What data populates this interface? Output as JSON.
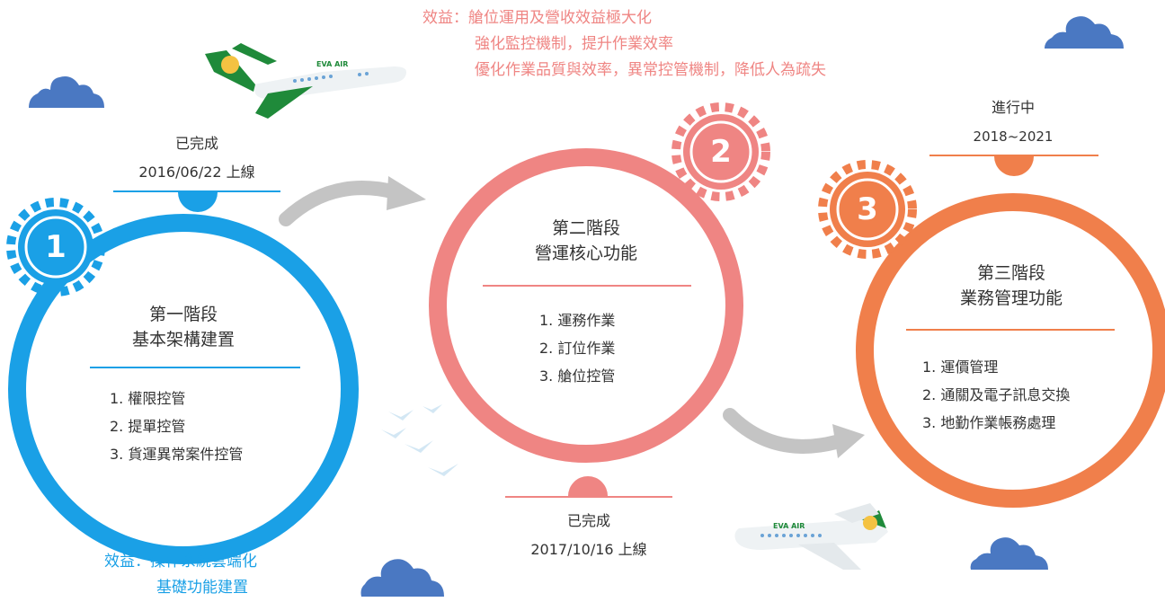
{
  "benefits": {
    "top": {
      "label": "效益：",
      "lines": [
        "艙位運用及營收效益極大化",
        "強化監控機制，提升作業效率",
        "優化作業品質與效率，異常控管機制，降低人為疏失"
      ]
    },
    "bottom": {
      "label": "效益：",
      "lines": [
        "操作系統雲端化",
        "基礎功能建置"
      ]
    }
  },
  "phases": [
    {
      "number": "1",
      "status": "已完成",
      "date": "2016/06/22 上線",
      "title_line1": "第一階段",
      "title_line2": "基本架構建置",
      "items": [
        "1. 權限控管",
        "2. 提單控管",
        "3. 貨運異常案件控管"
      ]
    },
    {
      "number": "2",
      "status": "已完成",
      "date": "2017/10/16 上線",
      "title_line1": "第二階段",
      "title_line2": "營運核心功能",
      "items": [
        "1. 運務作業",
        "2. 訂位作業",
        "3. 艙位控管"
      ]
    },
    {
      "number": "3",
      "status": "進行中",
      "date": "2018~2021",
      "title_line1": "第三階段",
      "title_line2": "業務管理功能",
      "items": [
        "1. 運價管理",
        "2. 通關及電子訊息交換",
        "3. 地勤作業帳務處理"
      ]
    }
  ],
  "airline_logo_text": "EVA AIR",
  "colors": {
    "phase1": "#1aa0e6",
    "phase2": "#ef8583",
    "phase3": "#f07f4b",
    "cloud": "#4a78c2",
    "arrow": "#c4c4c4",
    "benefit_top": "#ef8583",
    "benefit_bottom": "#1aa0e6"
  }
}
